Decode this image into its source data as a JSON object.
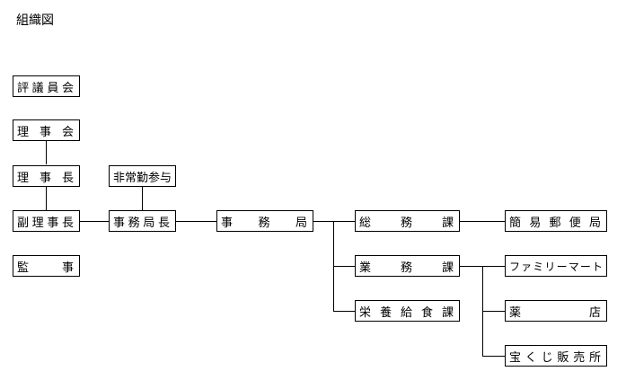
{
  "title": "組織図",
  "boxes": {
    "council": [
      "評",
      "議",
      "員",
      "会"
    ],
    "board": [
      "理",
      "事",
      "会"
    ],
    "chairman": [
      "理",
      "事",
      "長"
    ],
    "vice_chairman": [
      "副",
      "理",
      "事",
      "長"
    ],
    "auditor": [
      "監",
      "事"
    ],
    "part_time": "非常勤参与",
    "sec_general": [
      "事",
      "務",
      "局",
      "長"
    ],
    "secretariat": [
      "事",
      "務",
      "局"
    ],
    "general_affairs": [
      "総",
      "務",
      "課"
    ],
    "business": [
      "業",
      "務",
      "課"
    ],
    "nutrition": [
      "栄",
      "養",
      "給",
      "食",
      "課"
    ],
    "post_office": [
      "簡",
      "易",
      "郵",
      "便",
      "局"
    ],
    "family_mart": [
      "フ",
      "ァ",
      "ミ",
      "リ",
      "ー",
      "マ",
      "ー",
      "ト"
    ],
    "pharmacy": [
      "薬",
      "店"
    ],
    "lottery": [
      "宝",
      "く",
      "じ",
      "販",
      "売",
      "所"
    ]
  }
}
